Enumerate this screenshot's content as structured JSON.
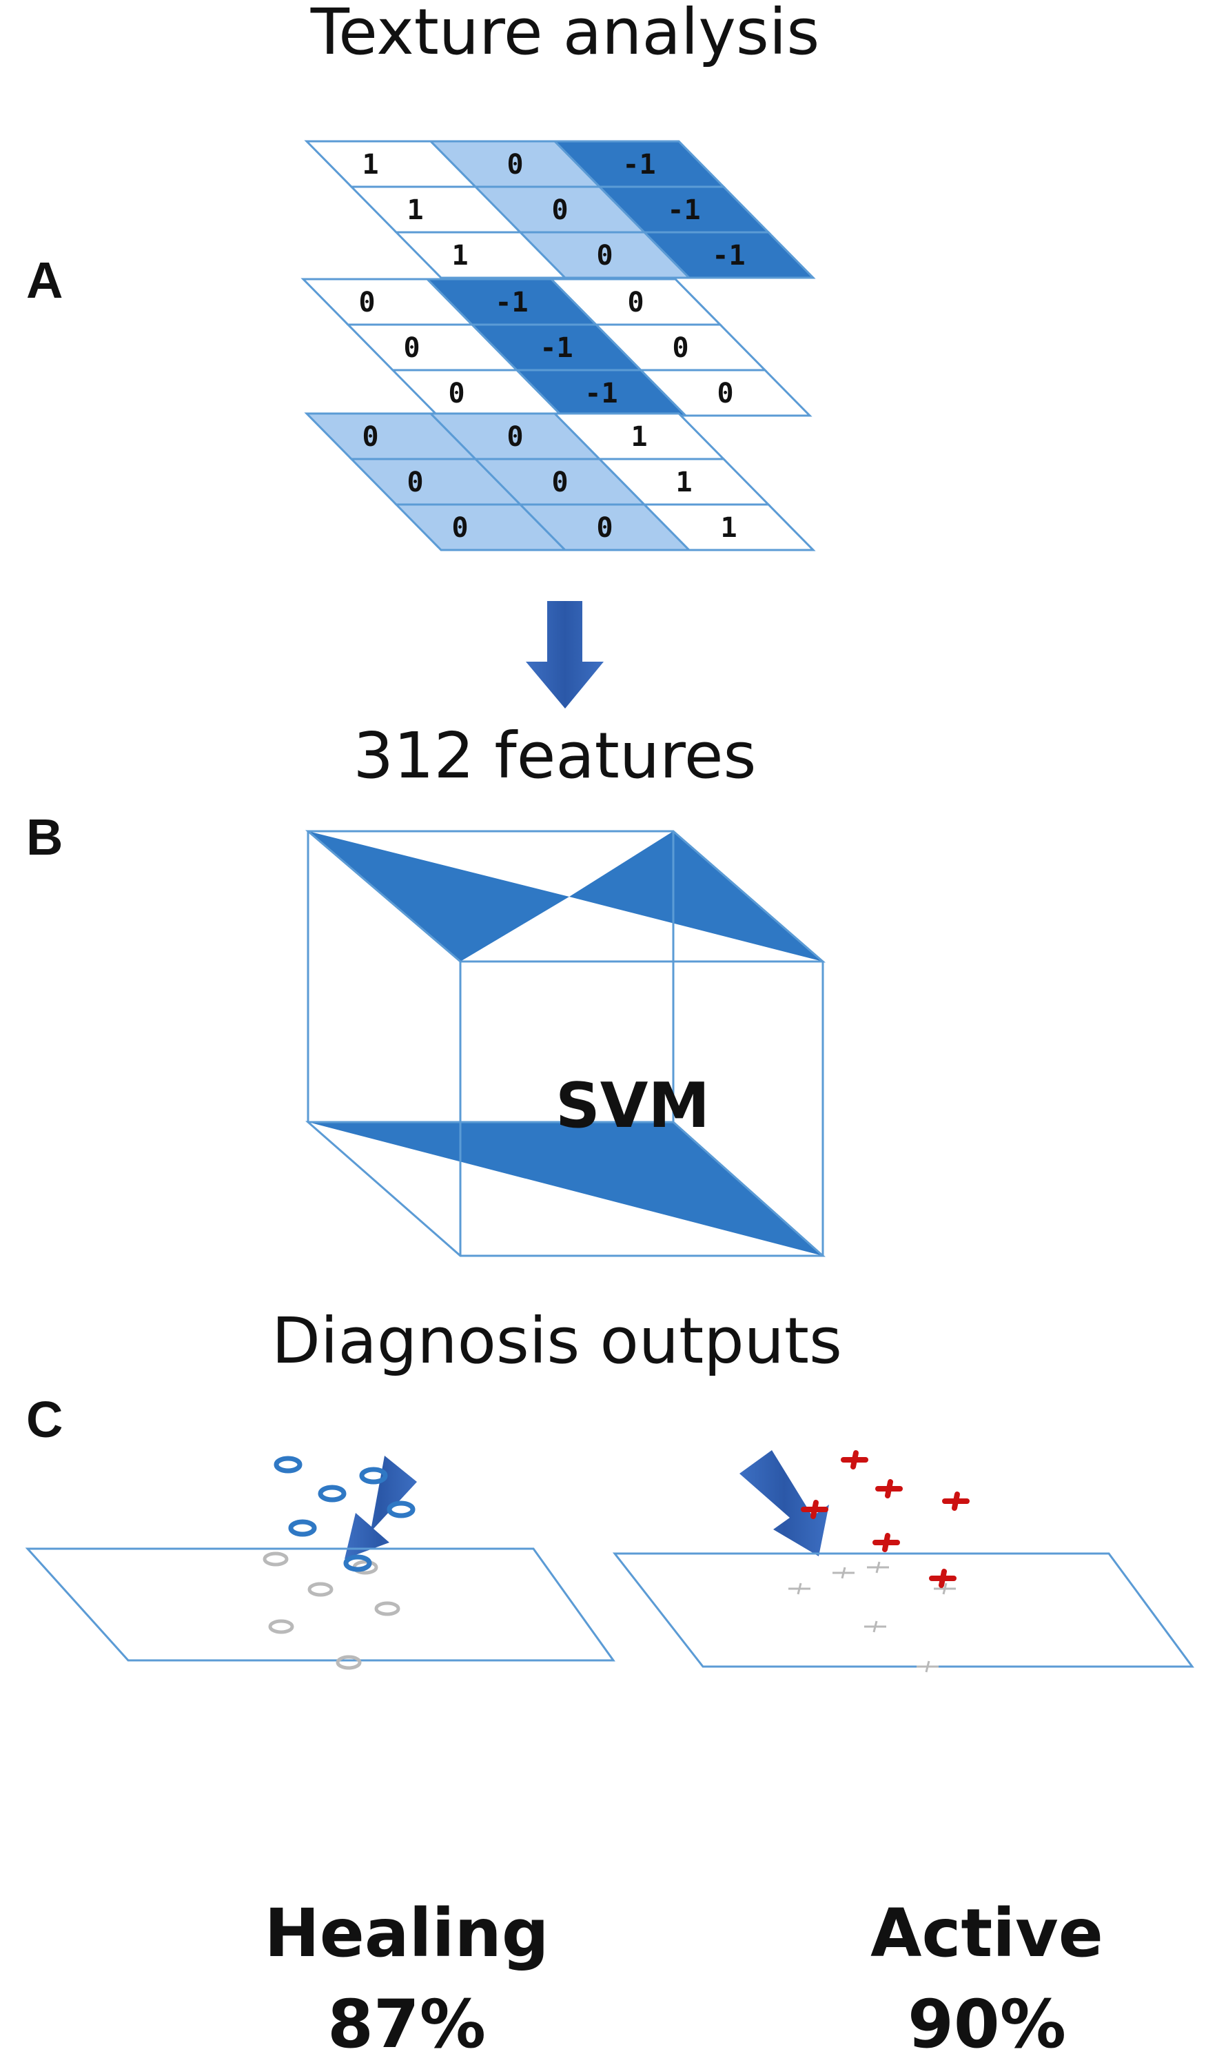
{
  "panels": {
    "a": {
      "letter": "A",
      "title": "Texture analysis"
    },
    "b": {
      "letter": "B",
      "features": "312 features",
      "model": "SVM"
    },
    "c": {
      "letter": "C",
      "title": "Diagnosis outputs"
    }
  },
  "kernels": [
    [
      [
        "1",
        "0",
        "-1"
      ],
      [
        "1",
        "0",
        "-1"
      ],
      [
        "1",
        "0",
        "-1"
      ]
    ],
    [
      [
        "0",
        "-1",
        "0"
      ],
      [
        "0",
        "-1",
        "0"
      ],
      [
        "0",
        "-1",
        "0"
      ]
    ],
    [
      [
        "0",
        "0",
        "1"
      ],
      [
        "0",
        "0",
        "1"
      ],
      [
        "0",
        "0",
        "1"
      ]
    ]
  ],
  "results": {
    "healing": {
      "label": "Healing",
      "percent": "87%"
    },
    "active": {
      "label": "Active",
      "percent": "90%"
    }
  },
  "colors": {
    "white": "#ffffff",
    "light": "#a9cbef",
    "dark": "#2f78c4",
    "line": "#5b9bd5",
    "arrow": "#2f5fb3",
    "red": "#cc1111",
    "ring": "#2f78c4"
  }
}
